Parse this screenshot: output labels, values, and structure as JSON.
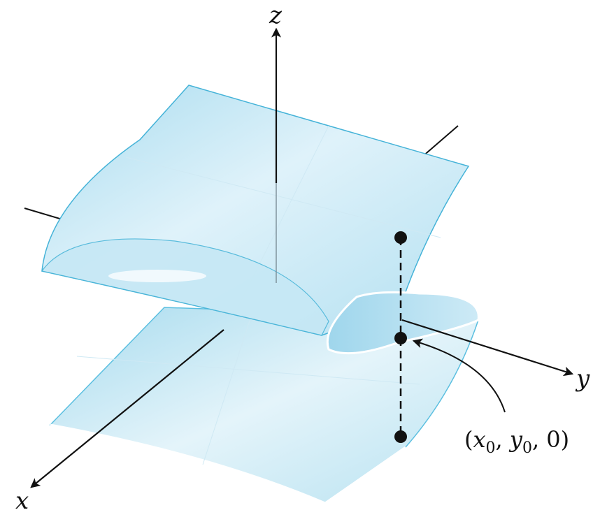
{
  "axes": {
    "x_label": "x",
    "y_label": "y",
    "z_label": "z"
  },
  "point_label": {
    "open": "(",
    "x": "x",
    "x_sub": "0",
    "sep1": ", ",
    "y": "y",
    "y_sub": "0",
    "sep2": ", ",
    "zero": "0",
    "close": ")"
  },
  "colors": {
    "surface_fill": "#bfe6f3",
    "surface_light": "#e6f5fb",
    "surface_edge": "#4bb6d9",
    "axis": "#111111",
    "point": "#111111"
  }
}
